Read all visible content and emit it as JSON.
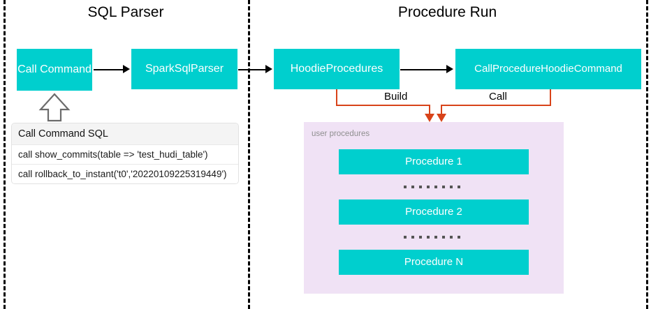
{
  "diagram": {
    "sections": [
      {
        "id": "sql-parser",
        "title": "SQL Parser"
      },
      {
        "id": "procedure-run",
        "title": "Procedure Run"
      }
    ],
    "nodes": {
      "call_command": "Call Command",
      "spark_sql_parser": "SparkSqlParser",
      "hoodie_procedures": "HoodieProcedures",
      "call_procedure_hoodie_command": "CallProcedureHoodieCommand"
    },
    "edge_labels": {
      "build": "Build",
      "call": "Call"
    },
    "sql_table": {
      "header": "Call Command SQL",
      "rows": [
        "call show_commits(table => 'test_hudi_table')",
        "call rollback_to_instant('t0','20220109225319449')"
      ]
    },
    "user_procedures": {
      "label": "user procedures",
      "items": [
        "Procedure 1",
        "Procedure 2",
        "Procedure N"
      ],
      "ellipsis_dot_count": 8
    },
    "colors": {
      "node_fill": "#00CFCE",
      "node_text": "#FFFFFF",
      "flow_arrow": "#000000",
      "build_call_arrow": "#D8431A",
      "panel_fill": "#F0E2F5",
      "panel_label": "#8F8F8F",
      "table_header_fill": "#F4F4F4",
      "background": "#FFFFFF"
    }
  }
}
